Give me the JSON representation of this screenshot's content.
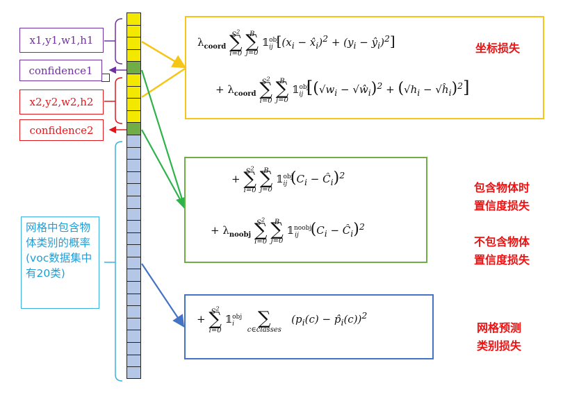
{
  "labels": {
    "box1_coords": "x1,y1,w1,h1",
    "box1_conf": "confidence1",
    "box2_coords": "x2,y2,w2,h2",
    "box2_conf": "confidence2",
    "class_probs": "网格中包含物体类别的概率(voc数据集中有20类)"
  },
  "captions": {
    "coord_loss": "坐标损失",
    "obj_conf_loss_l1": "包含物体时",
    "obj_conf_loss_l2": "置信度损失",
    "noobj_conf_loss_l1": "不包含物体",
    "noobj_conf_loss_l2": "置信度损失",
    "class_loss_l1": "网格预测",
    "class_loss_l2": "类别损失"
  },
  "formulas": {
    "coord_1": "λcoord Σ_{i=0}^{S²} Σ_{j=0}^{B} 𝟙_{ij}^{obj} [(x_i − x̂_i)² + (y_i − ŷ_i)²]",
    "coord_2": "+ λcoord Σ_{i=0}^{S²} Σ_{j=0}^{B} 𝟙_{ij}^{obj} [(√w_i − √ŵ_i)² + (√h_i − √ĥ_i)²]",
    "conf_obj": "+ Σ_{i=0}^{S²} Σ_{j=0}^{B} 𝟙_{ij}^{obj} (C_i − Ĉ_i)²",
    "conf_noobj": "+ λnoobj Σ_{i=0}^{S²} Σ_{j=0}^{B} 𝟙_{ij}^{noobj} (C_i − Ĉ_i)²",
    "class": "+ Σ_{i=0}^{S²} 𝟙_{i}^{obj} Σ_{c∈classes} (p_i(c) − p̂_i(c))²"
  },
  "colors": {
    "yellow": "#f2e800",
    "green": "#70ad47",
    "blue_cell": "#b4c7e7",
    "coord_box": "#f5c518",
    "conf_box": "#70ad47",
    "class_box": "#4472c4",
    "red": "#e0181c",
    "purple": "#7030a0",
    "cyan": "#3cb0e0"
  },
  "column": {
    "cells_per_box_coords": 4,
    "cells_per_box_conf": 1,
    "class_cells": 20
  }
}
